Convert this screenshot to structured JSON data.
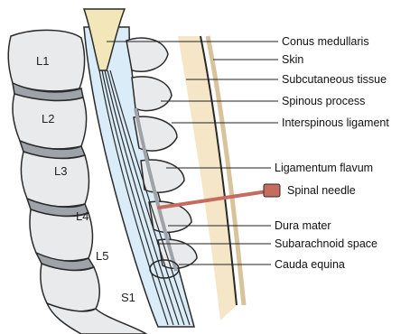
{
  "vertebrae": [
    "L1",
    "L2",
    "L3",
    "L4",
    "L5",
    "S1"
  ],
  "callouts": [
    "Conus medullaris",
    "Skin",
    "Subcutaneous tissue",
    "Spinous process",
    "Interspinous ligament",
    "Ligamentum flavum",
    "Spinal needle",
    "Dura mater",
    "Subarachnoid space",
    "Cauda equina"
  ],
  "colors": {
    "bone": "#e9eaec",
    "bone_outline": "#2a2a2a",
    "disc": "#9ea3aa",
    "csf": "#d9ecf7",
    "skin": "#f5e6c8",
    "needle": "#c56b5f",
    "leader": "#222222"
  }
}
